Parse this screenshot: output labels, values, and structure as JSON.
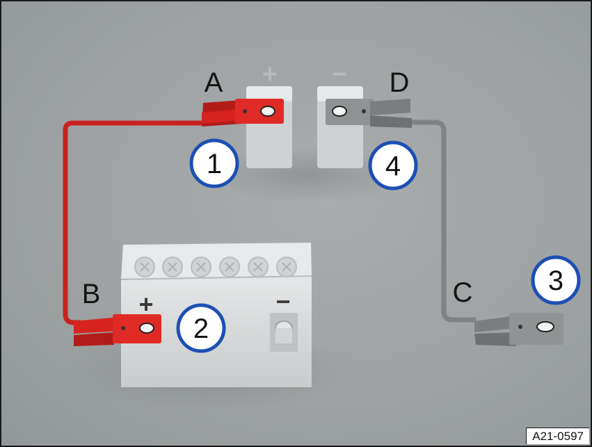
{
  "labels": {
    "a": "A",
    "b": "B",
    "c": "C",
    "d": "D"
  },
  "numbers": {
    "n1": "1",
    "n2": "2",
    "n3": "3",
    "n4": "4"
  },
  "terminals": {
    "donor_positive": "+",
    "donor_negative": "−",
    "battery_positive": "+",
    "battery_negative": "−"
  },
  "reference_code": "A21-0597",
  "colors": {
    "background": "#a2a6a7",
    "positive_cable": "#d6231f",
    "negative_cable": "#8a8d8e",
    "callout_ring": "#1d4fb3",
    "battery_body": "#d9dbdc"
  },
  "icons": [
    "jumper-clamp-icon",
    "battery-icon",
    "terminal-post-icon",
    "vent-cap-icon"
  ]
}
